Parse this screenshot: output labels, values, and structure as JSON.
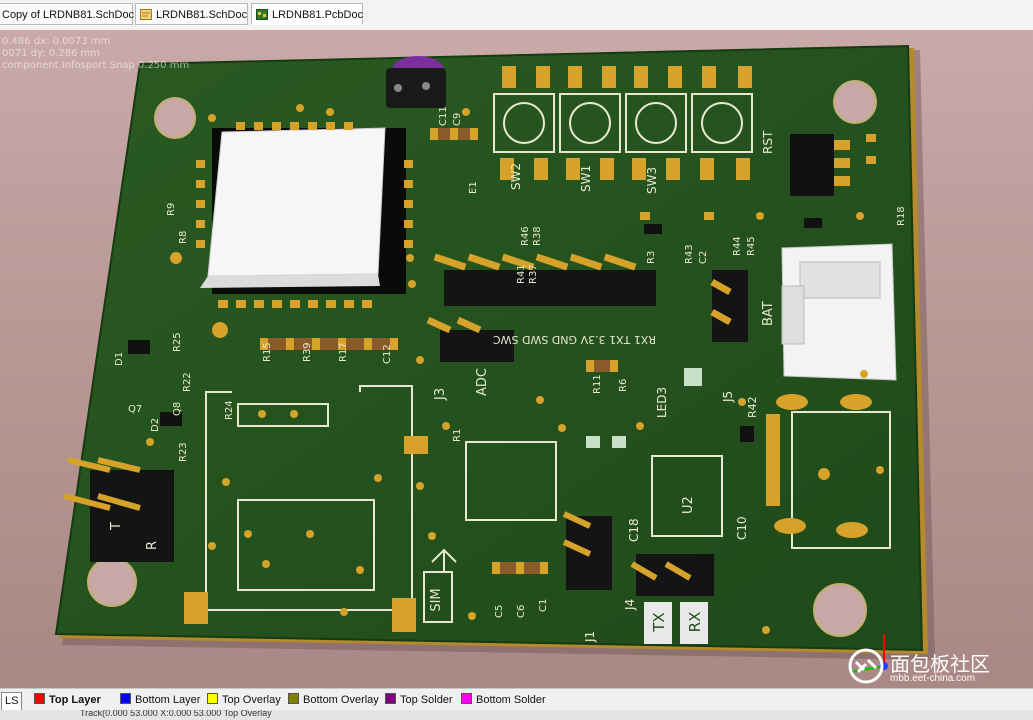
{
  "tabs": [
    {
      "label": "Copy of LRDNB81.SchDoc",
      "icon": "schematic-icon"
    },
    {
      "label": "LRDNB81.SchDoc",
      "icon": "schematic-icon"
    },
    {
      "label": "LRDNB81.PcbDoc",
      "icon": "pcb-icon"
    }
  ],
  "hud": {
    "line1": "0.486   dx: 0.0073 mm",
    "line2": "0071   dy: 0.286 mm",
    "line3": "component Infosport Snap 0.250 mm"
  },
  "pcb": {
    "silk": {
      "sw2": "SW2",
      "sw1": "SW1",
      "sw3": "SW3",
      "rst": "RST",
      "c11": "C11",
      "c9": "C9",
      "e1": "E1",
      "r46": "R46",
      "r38": "R38",
      "r41": "R41",
      "r37": "R37",
      "r3": "R3",
      "r43": "R43",
      "c2": "C2",
      "r44": "R44",
      "r45": "R45",
      "r18": "R18",
      "r9": "R9",
      "r8": "R8",
      "d1": "D1",
      "r25": "R25",
      "r15": "R15",
      "r39": "R39",
      "r17": "R17",
      "c12": "C12",
      "q7": "Q7",
      "q8": "Q8",
      "r22": "R22",
      "r24": "R24",
      "r23": "R23",
      "d2": "D2",
      "adc": "ADC",
      "j3": "J3",
      "r11": "R11",
      "r6": "R6",
      "led3": "LED3",
      "j5": "J5",
      "bat": "BAT",
      "r42": "R42",
      "r1": "R1",
      "u2": "U2",
      "c18": "C18",
      "c10": "C10",
      "j1": "J1",
      "j4": "J4",
      "c5": "C5",
      "c6": "C6",
      "c1": "C1",
      "sim": "SIM",
      "tx": "TX",
      "rx": "RX",
      "t": "T",
      "r": "R",
      "hdr": "RX1 TX1 3.3V GND SWD SWC"
    }
  },
  "layers": [
    {
      "label": "LS",
      "color": "#ffffff"
    },
    {
      "label": "Top Layer",
      "color": "#ff0000"
    },
    {
      "label": "Bottom Layer",
      "color": "#0000ff"
    },
    {
      "label": "Top Overlay",
      "color": "#ffff00"
    },
    {
      "label": "Bottom Overlay",
      "color": "#808000"
    },
    {
      "label": "Top Solder",
      "color": "#800080"
    },
    {
      "label": "Bottom Solder",
      "color": "#ff00ff"
    }
  ],
  "status": {
    "text": "Track(0.000   53.000   X:0.000   53.000   Top Overlay"
  },
  "watermark": {
    "cn": "面包板社区",
    "url": "mbb.eet-china.com"
  }
}
